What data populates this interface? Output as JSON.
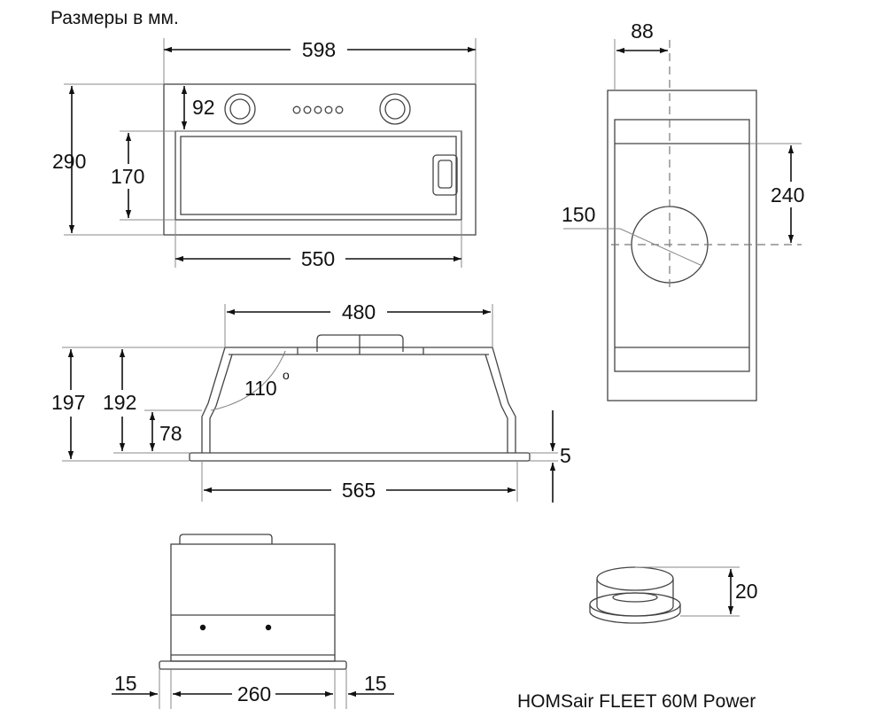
{
  "header": {
    "units_note": "Размеры в мм."
  },
  "footer": {
    "model_name": "HOMSair FLEET 60M Power"
  },
  "front_view": {
    "width_total": "598",
    "control_panel_height": "92",
    "height_total": "290",
    "filter_height": "170",
    "filter_width": "550"
  },
  "side_view": {
    "offset_top": "88",
    "outlet_diameter": "150",
    "outlet_height": "240"
  },
  "profile_view": {
    "top_width": "480",
    "angle": "110",
    "height_total": "197",
    "height_body": "192",
    "height_lower": "78",
    "panel_thickness": "5",
    "bottom_width": "565"
  },
  "end_view": {
    "margin_left": "15",
    "width_inner": "260",
    "margin_right": "15"
  },
  "flange": {
    "height": "20"
  },
  "colors": {
    "line": "#444444",
    "dimension": "#111111",
    "panel": "#e8e8e8"
  }
}
